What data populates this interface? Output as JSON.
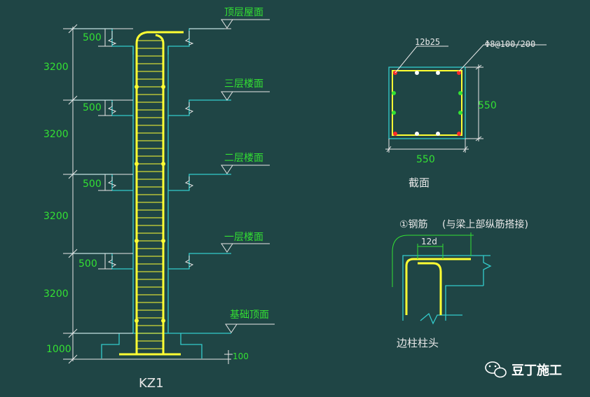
{
  "levels": {
    "roof": "顶层屋面",
    "third": "三层楼面",
    "second": "二层楼面",
    "first": "一层楼面",
    "foundation": "基础顶面"
  },
  "dims": {
    "storey_heights": [
      "3200",
      "3200",
      "3200",
      "3200",
      "1000"
    ],
    "splice_lengths": [
      "500",
      "500",
      "500",
      "500"
    ],
    "base_offset": "100"
  },
  "column_label": "KZ1",
  "section": {
    "title": "截面",
    "main_bars": "12b25",
    "stirrups": "Φ8@100/200",
    "width": "550",
    "height": "550"
  },
  "edge_detail": {
    "title": "边柱柱头",
    "note_prefix": "①钢筋",
    "note_text": "(与梁上部纵筋搭接)",
    "anchor": "12d"
  },
  "watermark": {
    "brand": "豆丁施工",
    "icon": "wechat-icon"
  },
  "colors": {
    "background": "#1f4545",
    "rebar": "#ffff33",
    "dimension": "#33e033",
    "outline": "#33cccc",
    "corner_bar": "#ff2a2a"
  }
}
